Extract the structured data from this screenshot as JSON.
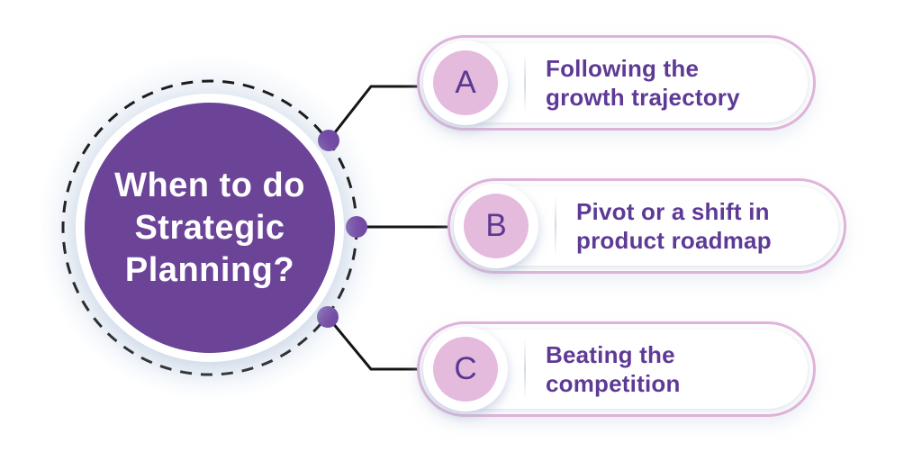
{
  "title": {
    "lines": [
      "When to do",
      "Strategic",
      "Planning?"
    ],
    "full_text": "When to do Strategic Planning?"
  },
  "items": [
    {
      "letter": "A",
      "label_lines": [
        "Following the",
        "growth trajectory"
      ]
    },
    {
      "letter": "B",
      "label_lines": [
        "Pivot or a shift in",
        "product roadmap"
      ]
    },
    {
      "letter": "C",
      "label_lines": [
        "Beating the",
        "competition"
      ]
    }
  ],
  "colors": {
    "center_circle_purple": "#6B4397",
    "connector_dot_purple": "#7148A3",
    "pill_border_pink": "#E0B3DA",
    "badge_fill_pink": "#E4BADD",
    "label_text_purple": "#5E3A96",
    "badge_letter_purple": "#5B3990",
    "connector_line_black": "#151515",
    "title_text_white": "#FFFFFF"
  }
}
